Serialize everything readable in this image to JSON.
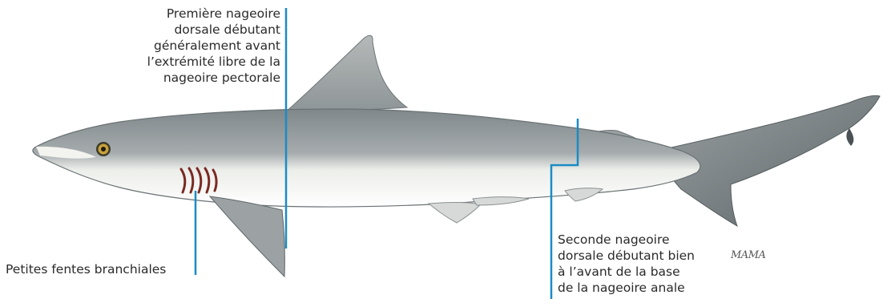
{
  "diagram": {
    "annotations": {
      "first_dorsal_fin": {
        "lines": [
          "Première nageoire",
          "dorsale débutant",
          "généralement avant",
          "l’extrémité libre de la",
          "nageoire pectorale"
        ]
      },
      "second_dorsal_fin": {
        "lines": [
          "Seconde nageoire",
          "dorsale débutant bien",
          "à l’avant de la base",
          "de la nageoire anale"
        ]
      },
      "gill_slits": {
        "lines": [
          "Petites fentes branchiales"
        ]
      }
    },
    "signature": "MAMA",
    "colors": {
      "leader_line": "#1a8cc4",
      "shark_back": "#8c9497",
      "shark_belly": "#ffffff",
      "gill_marks": "#7a2a22",
      "eye": "#c9a23a"
    }
  }
}
